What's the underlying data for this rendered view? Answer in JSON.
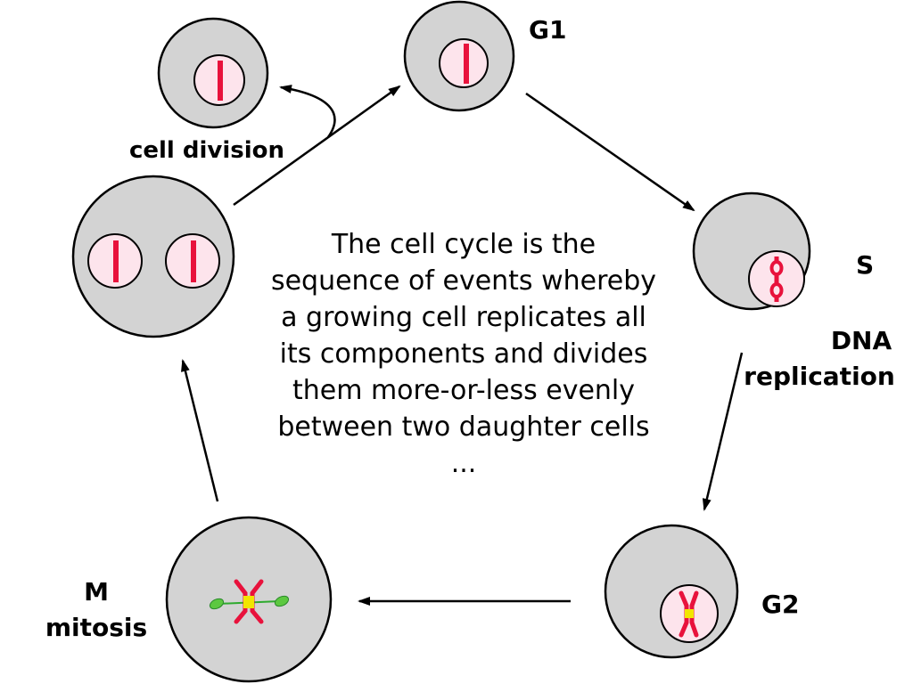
{
  "labels": {
    "g1": "G1",
    "s": "S",
    "dna_replication_1": "DNA",
    "dna_replication_2": "replication",
    "g2": "G2",
    "m": "M",
    "mitosis": "mitosis",
    "cell_division": "cell division"
  },
  "description": [
    "The cell cycle is the",
    "sequence of events whereby",
    "a growing cell replicates all",
    "its components and divides",
    "them more-or-less evenly",
    "between two daughter cells",
    "..."
  ],
  "colors": {
    "cell_fill": "#d3d3d3",
    "nucleus_fill": "#fde4ec",
    "chromosome": "#e8123c",
    "centromere": "#f2e600",
    "spindle": "#2eaa2e",
    "centrosome": "#5cc840"
  }
}
